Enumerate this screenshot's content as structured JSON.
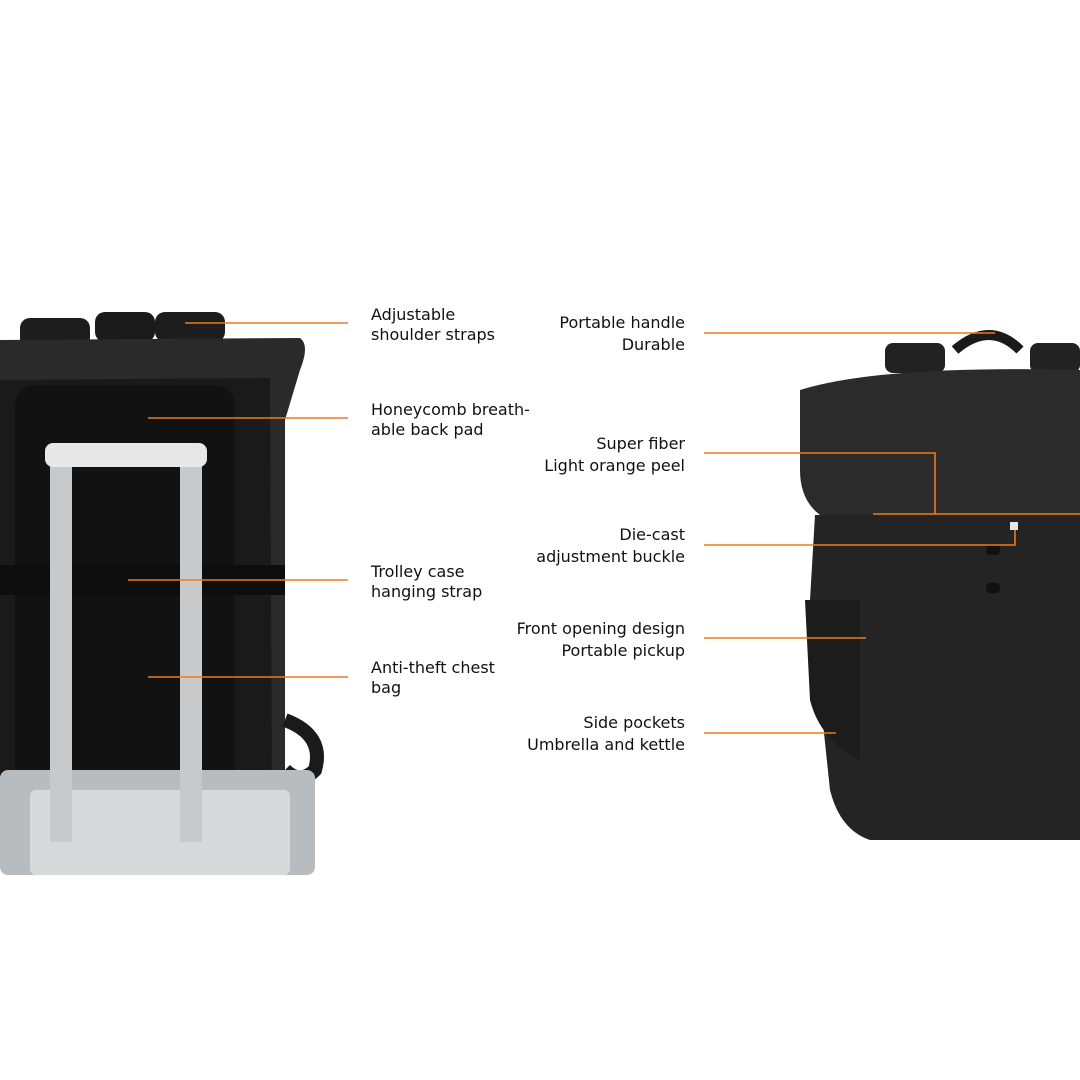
{
  "accent_color": "#f07a1a",
  "left_callouts": [
    {
      "line1": "Adjustable",
      "line2": "shoulder straps"
    },
    {
      "line1": "Honeycomb breath-",
      "line2": "able back pad"
    },
    {
      "line1": "Trolley case",
      "line2": "hanging strap"
    },
    {
      "line1": "Anti-theft chest",
      "line2": "bag"
    }
  ],
  "right_callouts": [
    {
      "line1": "Portable handle",
      "line2": "Durable"
    },
    {
      "line1": "Super fiber",
      "line2": "Light orange peel"
    },
    {
      "line1": "Die-cast",
      "line2": "adjustment buckle"
    },
    {
      "line1": "Front opening design",
      "line2": "Portable pickup"
    },
    {
      "line1": "Side pockets",
      "line2": "Umbrella and kettle"
    }
  ]
}
